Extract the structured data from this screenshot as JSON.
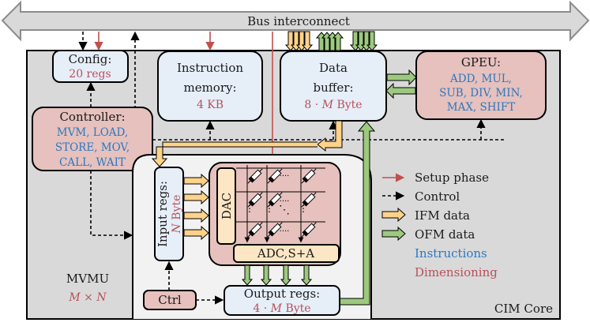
{
  "colors": {
    "setup": "#c0504d",
    "control": "#000000",
    "ifm": "#ffd28a",
    "ofm": "#9dc97e",
    "instructions": "#2a78c2",
    "dimensioning": "#b8505a",
    "core_bg": "#d9d9d9",
    "mvmu_bg": "#f2f2f2",
    "memory_block": "#e6eef8",
    "compute_block": "#e6c1bd",
    "converter_block": "#fde6c4"
  },
  "bus": {
    "label": "Bus interconnect"
  },
  "core": {
    "label": "CIM Core"
  },
  "config": {
    "title": "Config:",
    "dimension": "20 regs"
  },
  "instruction_memory": {
    "title_line1": "Instruction",
    "title_line2": "memory:",
    "dimension": "4 KB"
  },
  "data_buffer": {
    "title_line1": "Data",
    "title_line2": "buffer:",
    "dimension_prefix": "8 · ",
    "dimension_var": "M",
    "dimension_suffix": " Byte"
  },
  "gpeu": {
    "title": "GPEU:",
    "instructions": [
      "ADD, MUL,",
      "SUB, DIV, MIN,",
      "MAX, SHIFT"
    ]
  },
  "controller": {
    "title": "Controller:",
    "instructions": [
      "MVM, LOAD,",
      "STORE, MOV,",
      "CALL, WAIT"
    ]
  },
  "mvmu": {
    "label": "MVMU",
    "dimension": "M × N",
    "input_regs": {
      "title": "Input regs:",
      "dimension_var": "N",
      "dimension_suffix": " Byte"
    },
    "dac": {
      "label": "DAC"
    },
    "adc": {
      "label": "ADC,S+A"
    },
    "ctrl": {
      "label": "Ctrl"
    },
    "output_regs": {
      "title": "Output regs:",
      "dimension_prefix": "4 · ",
      "dimension_var": "M",
      "dimension_suffix": " Byte"
    },
    "crossbar_dots": {
      "h": "····",
      "v": "⋮",
      "d": "⋱"
    }
  },
  "legend": {
    "items": [
      {
        "type": "setup",
        "label": "Setup phase"
      },
      {
        "type": "control",
        "label": "Control"
      },
      {
        "type": "ifm",
        "label": "IFM data"
      },
      {
        "type": "ofm",
        "label": "OFM data"
      },
      {
        "type": "instructions",
        "label": "Instructions"
      },
      {
        "type": "dimensioning",
        "label": "Dimensioning"
      }
    ]
  }
}
